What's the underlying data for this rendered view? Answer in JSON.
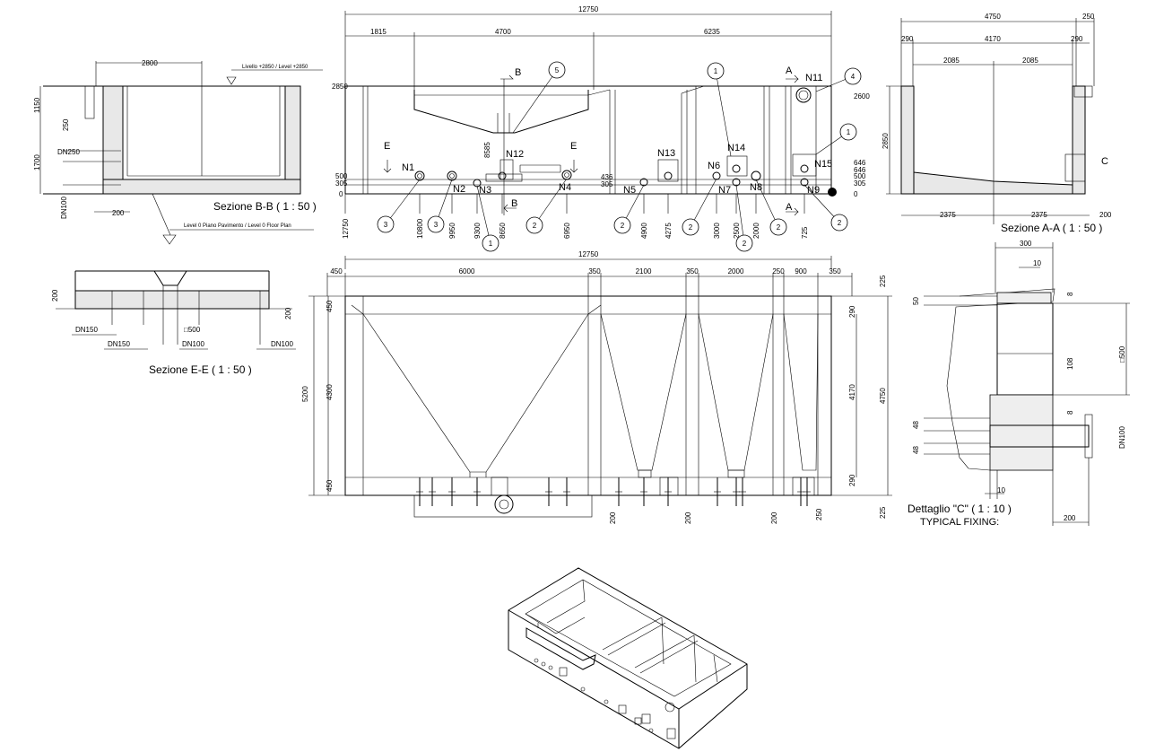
{
  "sections": {
    "bb_title": "Sezione B-B ( 1 : 50 )",
    "ee_title": "Sezione E-E ( 1 : 50 )",
    "aa_title": "Sezione A-A ( 1 : 50 )",
    "detail_title": "Dettaglio \"C\" ( 1 : 10 )",
    "detail_subtitle": "TYPICAL FIXING:"
  },
  "levels": {
    "top": "Livello +2850 / Level +2850",
    "floor": "Level 0 Piano Pavimento / Level 0 Floor Plan"
  },
  "bb_dims": {
    "w": "2800",
    "h1": "1150",
    "h2": "1700",
    "d1": "250",
    "dn250": "DN250",
    "dn100": "DN100",
    "d200": "200"
  },
  "ee_dims": {
    "d200a": "200",
    "d200b": "200",
    "dn150a": "DN150",
    "dn150b": "DN150",
    "dn100a": "DN100",
    "dn100b": "DN100",
    "sq500": "□500"
  },
  "aa_dims": {
    "w": "4750",
    "r250": "250",
    "l290": "290",
    "mid": "4170",
    "r290": "290",
    "h1": "2085",
    "h2": "2085",
    "v": "2850",
    "b1": "2375",
    "b2": "2375",
    "b200": "200",
    "c": "C"
  },
  "elev": {
    "total": "12750",
    "s1": "1815",
    "s2": "4700",
    "s3": "6235",
    "lv2850": "2850",
    "lv500": "500",
    "lv305": "305",
    "lv0": "0",
    "r2600": "2600",
    "r646a": "646",
    "r646b": "646",
    "r500": "500",
    "r305": "305",
    "r0": "0",
    "a1": "A",
    "a2": "A",
    "b1": "B",
    "b2": "B",
    "e1": "E",
    "e2": "E",
    "b8585": "8585",
    "n436": "436",
    "n305": "305",
    "nozzles": [
      "N1",
      "N2",
      "N3",
      "N4",
      "N5",
      "N6",
      "N7",
      "N8",
      "N9",
      "N11",
      "N12",
      "N13",
      "N14",
      "N15"
    ],
    "bottom": [
      "12750",
      "10800",
      "9950",
      "9300",
      "8650",
      "6950",
      "4900",
      "4275",
      "3000",
      "2500",
      "2000",
      "725"
    ],
    "callouts": [
      "5",
      "1",
      "4",
      "1",
      "3",
      "3",
      "1",
      "2",
      "2",
      "2",
      "2",
      "2",
      "2"
    ]
  },
  "plan": {
    "top_total": "12750",
    "top": [
      "450",
      "6000",
      "350",
      "2100",
      "350",
      "2000",
      "250",
      "900",
      "350"
    ],
    "l5200": "5200",
    "l4300": "4300",
    "l450a": "450",
    "l450b": "450",
    "r225a": "225",
    "r290a": "290",
    "r4170": "4170",
    "r4750": "4750",
    "r290b": "290",
    "r225b": "225",
    "bot": [
      "200",
      "200",
      "200",
      "250"
    ]
  },
  "detail": {
    "d300": "300",
    "d10a": "10",
    "d50": "50",
    "d8a": "8",
    "d108": "108",
    "d8b": "8",
    "d500": "□500",
    "d48a": "48",
    "d48b": "48",
    "dn100": "DN100",
    "d10b": "10",
    "d200": "200"
  }
}
